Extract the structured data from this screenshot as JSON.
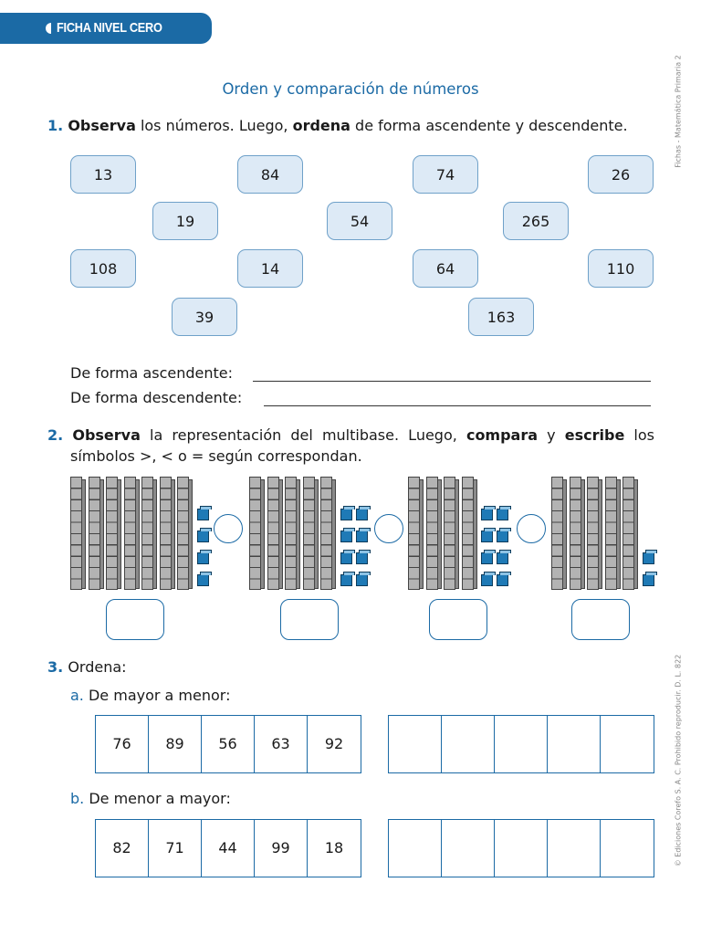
{
  "header": {
    "tab_label": "FICHA NIVEL CERO"
  },
  "side": {
    "top_text": "Fichas - Matemática Primaria 2",
    "bottom_text": "© Ediciones Corefo S. A. C. Prohibido reproducir. D. L. 822"
  },
  "title": "Orden y comparación de números",
  "q1": {
    "num": "1.",
    "b1": "Observa",
    "t1": " los números. Luego, ",
    "b2": "ordena",
    "t2": " de forma ascendente y descendente.",
    "numbers": [
      "13",
      "84",
      "74",
      "26",
      "19",
      "54",
      "265",
      "108",
      "14",
      "64",
      "110",
      "39",
      "163"
    ],
    "ascending_label": "De forma ascendente:",
    "descending_label": "De forma descendente:"
  },
  "q2": {
    "num": "2.",
    "b1": "Observa",
    "t1": " la representación del multibase. Luego, ",
    "b2": "compara",
    "t2": " y ",
    "b3": "escribe",
    "t3": " los",
    "line2": "símbolos >, < o = según correspondan.",
    "groups": [
      {
        "tens": 7,
        "units": 4
      },
      {
        "tens": 5,
        "units": 8
      },
      {
        "tens": 4,
        "units": 8
      },
      {
        "tens": 5,
        "units": 2
      }
    ]
  },
  "q3": {
    "num": "3.",
    "label": "Ordena",
    "colon": ":",
    "a": {
      "letter": "a.",
      "text": " De mayor a menor:",
      "values": [
        "76",
        "89",
        "56",
        "63",
        "92"
      ]
    },
    "b": {
      "letter": "b.",
      "text": " De menor a mayor:",
      "values": [
        "82",
        "71",
        "44",
        "99",
        "18"
      ]
    }
  }
}
